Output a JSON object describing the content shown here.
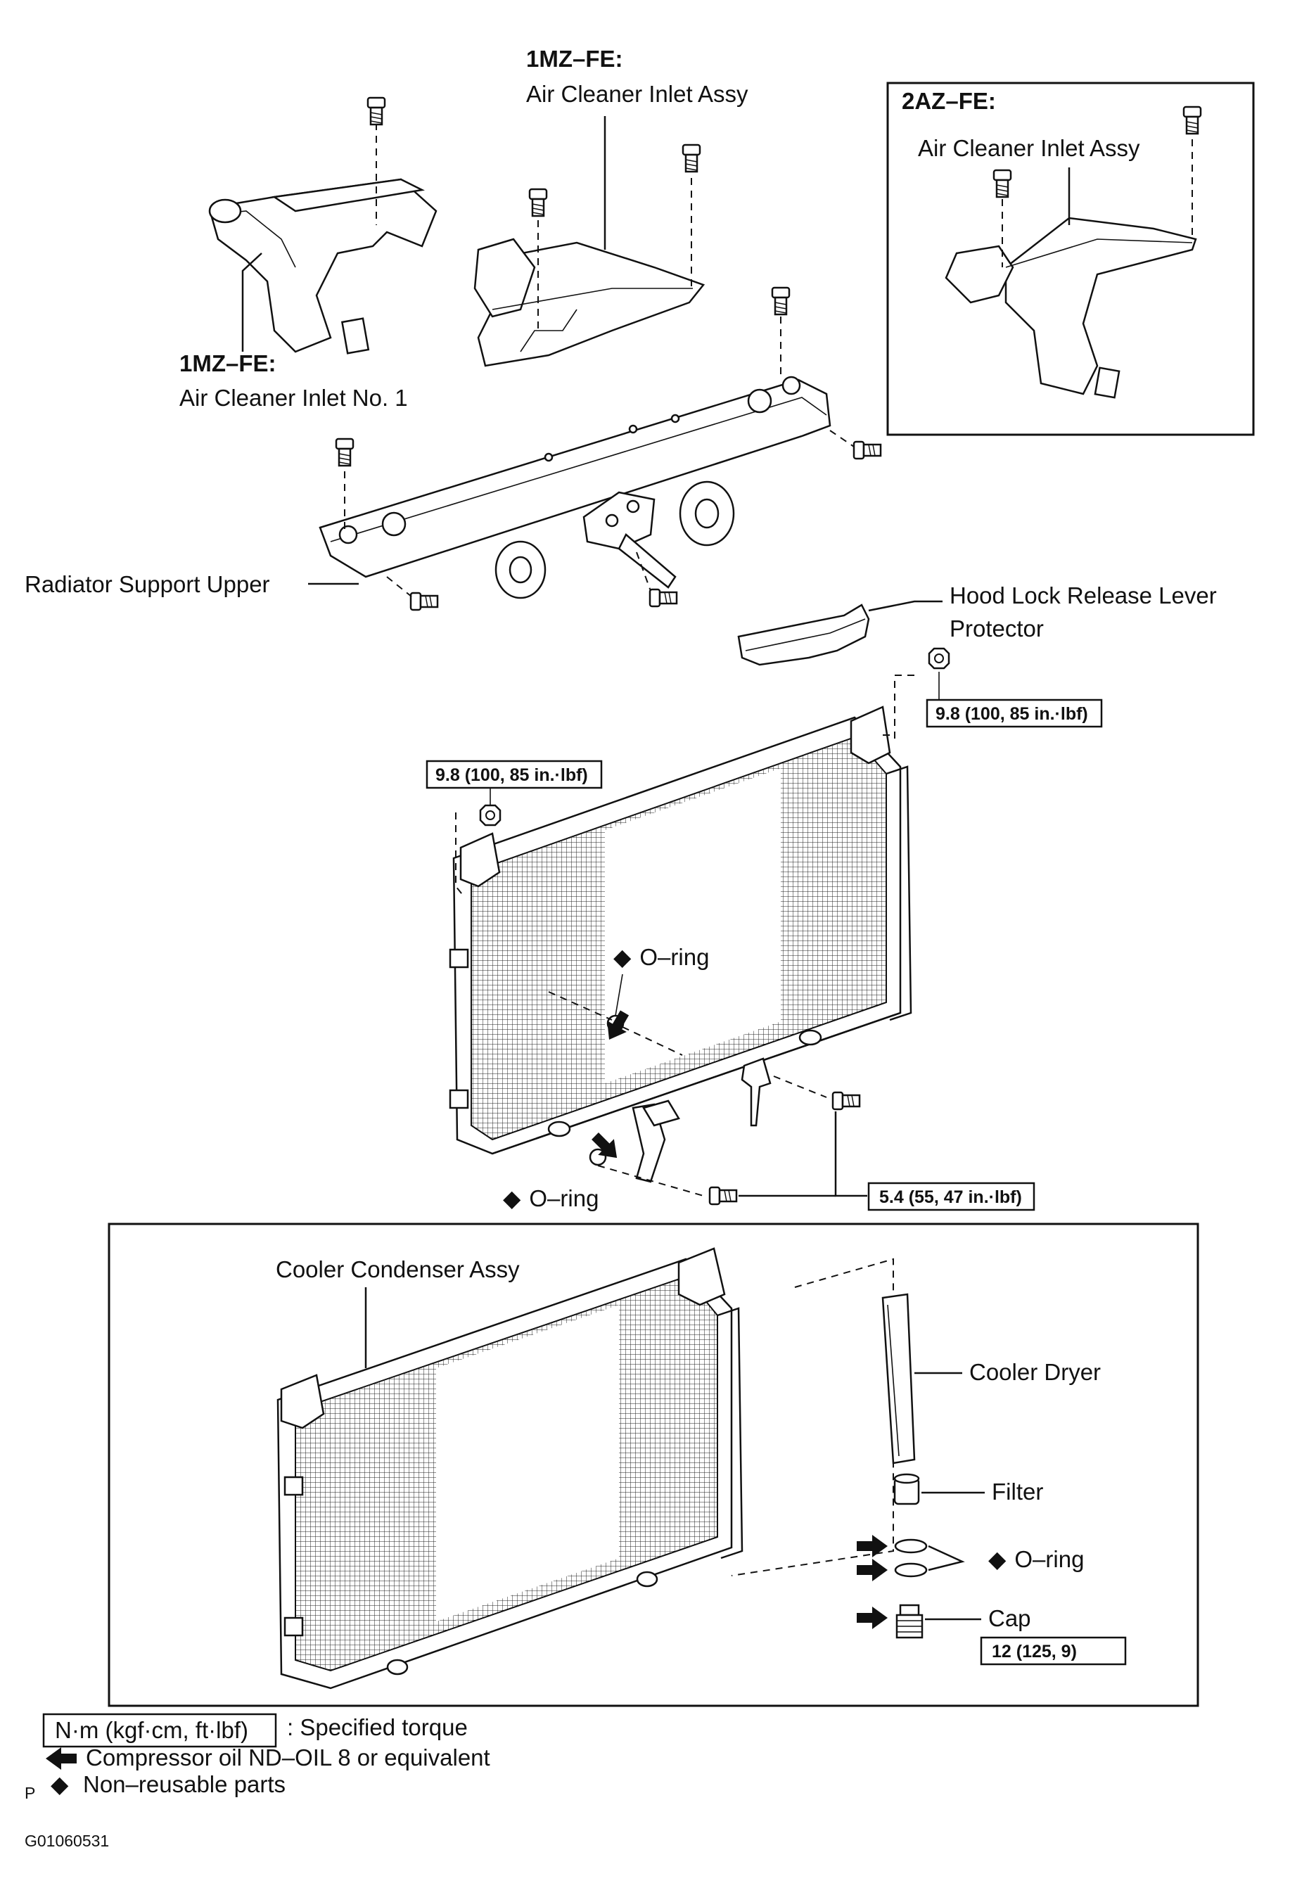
{
  "labels": {
    "inlet_assy_engine": "1MZ–FE:",
    "inlet_assy_name": "Air Cleaner Inlet Assy",
    "inset_engine": "2AZ–FE:",
    "inset_inlet_name": "Air Cleaner Inlet Assy",
    "inlet_no1_engine": "1MZ–FE:",
    "inlet_no1_name": "Air Cleaner Inlet No. 1",
    "radiator_support": "Radiator Support Upper",
    "hood_lock_line1": "Hood Lock Release Lever",
    "hood_lock_line2": "Protector",
    "oring_upper": "O–ring",
    "oring_lower": "O–ring",
    "condenser": "Cooler Condenser Assy",
    "dryer": "Cooler Dryer",
    "filter": "Filter",
    "oring_dryer": "O–ring",
    "cap": "Cap"
  },
  "torques": {
    "protector_nut": "9.8 (100, 85 in.·lbf)",
    "condenser_left_nut": "9.8 (100, 85 in.·lbf)",
    "pipe_bolts": "5.4 (55, 47 in.·lbf)",
    "cap": "12 (125, 9)"
  },
  "legend": {
    "torque_box": "N·m (kgf·cm, ft·lbf)",
    "torque_desc": ": Specified torque",
    "oil_desc": "Compressor oil ND–OIL 8 or equivalent",
    "nonreusable_prefix": "P",
    "nonreusable_desc": "Non–reusable parts"
  },
  "figure_id": "G01060531",
  "icons": {
    "diamond": "◆",
    "oil_arrow": "oil-arrow-icon"
  }
}
